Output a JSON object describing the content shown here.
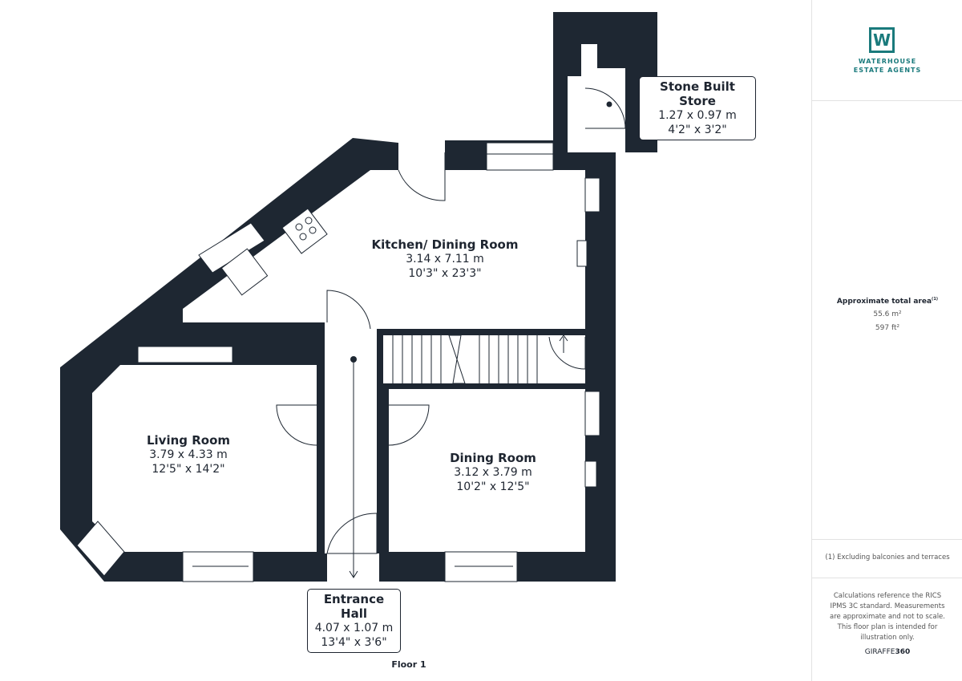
{
  "plan": {
    "floor_label": "Floor 1",
    "rooms": [
      {
        "name": "Kitchen/ Dining Room",
        "metric": "3.14 x 7.11 m",
        "imperial": "10'3\" x 23'3\""
      },
      {
        "name": "Living Room",
        "metric": "3.79 x 4.33 m",
        "imperial": "12'5\" x 14'2\""
      },
      {
        "name": "Dining Room",
        "metric": "3.12 x 3.79 m",
        "imperial": "10'2\" x 12'5\""
      },
      {
        "name": "Stone Built Store",
        "metric": "1.27 x 0.97 m",
        "imperial": "4'2\" x 3'2\""
      },
      {
        "name": "Entrance Hall",
        "metric": "4.07 x 1.07 m",
        "imperial": "13'4\" x 3'6\""
      }
    ],
    "wall_color": "#1e2732"
  },
  "panel": {
    "logo_letter": "W",
    "logo_line1": "WATERHOUSE",
    "logo_line2": "ESTATE AGENTS",
    "area_title": "Approximate total area",
    "area_sup": "(1)",
    "area_m2": "55.6 m²",
    "area_ft2": "597 ft²",
    "footnote": "(1) Excluding balconies and terraces",
    "disclaimer": "Calculations reference the RICS IPMS 3C standard. Measurements are approximate and not to scale. This floor plan is intended for illustration only.",
    "brand_a": "GIRAFFE",
    "brand_b": "360"
  }
}
